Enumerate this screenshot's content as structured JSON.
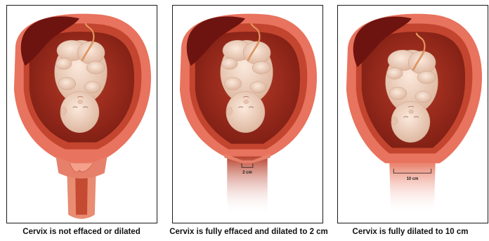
{
  "panels": [
    {
      "caption": "Cervix is not effaced or dilated",
      "measurement": ""
    },
    {
      "caption": "Cervix is fully effaced and dilated to 2 cm",
      "measurement": "2 cm"
    },
    {
      "caption": "Cervix is fully dilated to 10 cm",
      "measurement": "10 cm"
    }
  ],
  "colors": {
    "uterus_outer": "#e8735e",
    "uterus_wall": "#c4452f",
    "amniotic": "#8c2418",
    "placenta": "#6e1410",
    "fetus_skin": "#f2d7c4",
    "fetus_shadow": "#d9b39c",
    "cord": "#c96a3a",
    "cervix": "#e6806a"
  }
}
